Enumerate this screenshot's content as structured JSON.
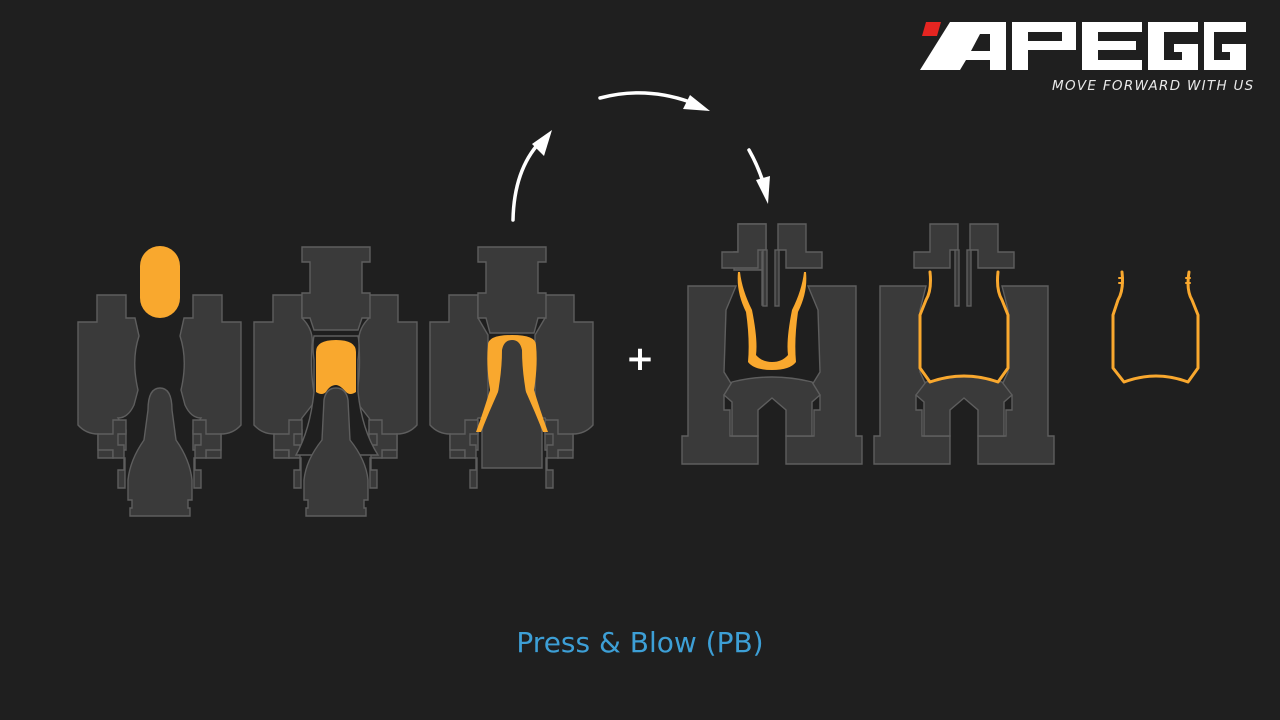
{
  "brand": {
    "name": "APEGG",
    "tagline": "MOVE FORWARD WITH US",
    "accent_color": "#e52521",
    "text_color": "#ffffff"
  },
  "diagram": {
    "title": "Press & Blow (PB)",
    "title_color": "#3d9fd6",
    "background_color": "#1f1f1f",
    "glass_color": "#f9a82e",
    "mold_color": "#3a3a3a",
    "mold_outline_color": "#5e5e5e",
    "join_symbol": "+",
    "stages": [
      {
        "id": "gob-loading",
        "side": "blank"
      },
      {
        "id": "pressing",
        "side": "blank"
      },
      {
        "id": "parison-formed",
        "side": "blank"
      },
      {
        "id": "parison-in-blow-mold",
        "side": "blow"
      },
      {
        "id": "final-blow",
        "side": "blow"
      },
      {
        "id": "finished-container",
        "side": "product"
      }
    ],
    "transfer_arrows": 3
  }
}
